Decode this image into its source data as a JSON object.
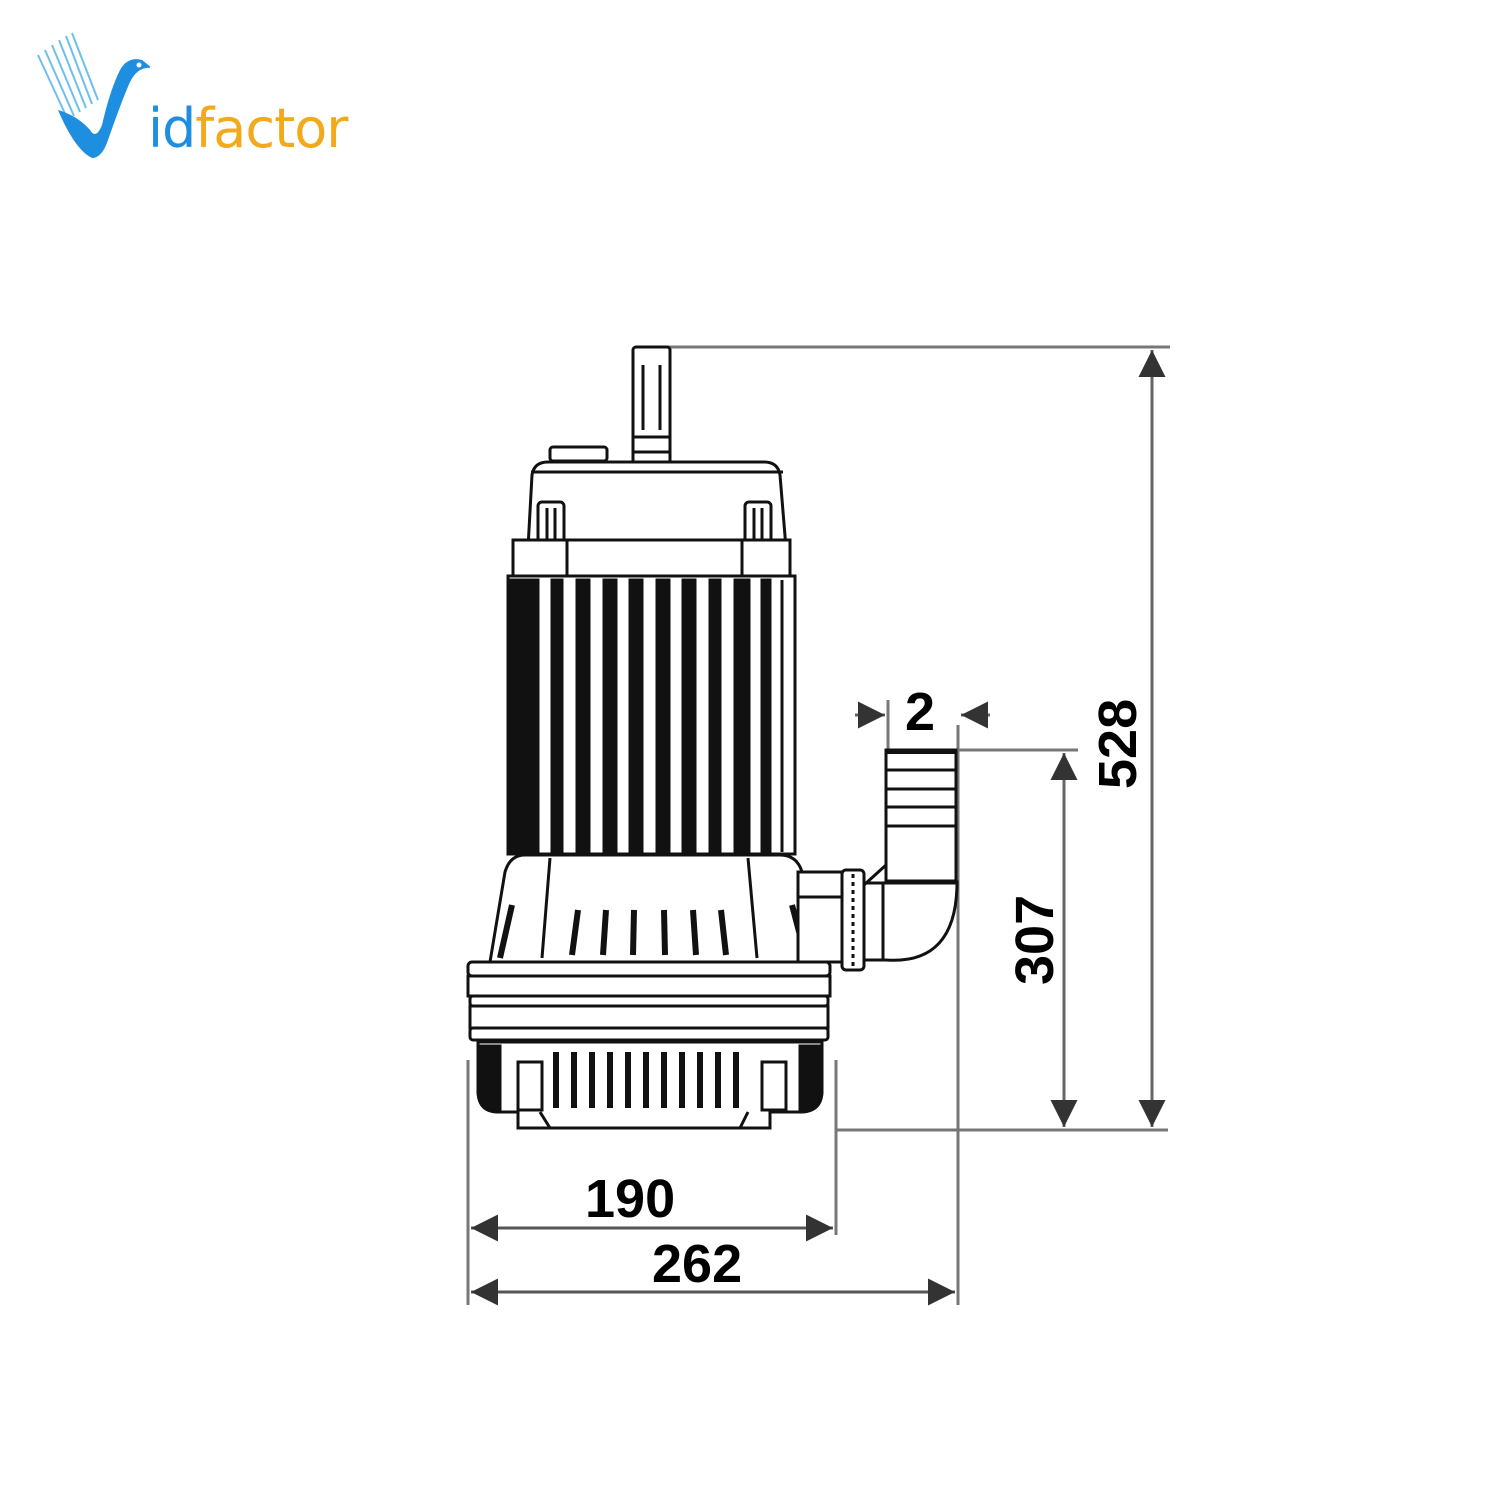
{
  "logo": {
    "brand_initial": "V",
    "brand_part1": "id",
    "brand_part2": "factor",
    "colors": {
      "primary_blue": "#1e8fe0",
      "accent_orange": "#f2aa1c"
    },
    "icon": "bird-v-icon"
  },
  "diagram": {
    "subject": "submersible-pump",
    "units": "mm",
    "line_color": "#555555",
    "drawing_color": "#111111",
    "dimensions": {
      "outlet_diameter": "2",
      "overall_height": "528",
      "outlet_height": "307",
      "base_width": "190",
      "overall_width": "262"
    }
  }
}
